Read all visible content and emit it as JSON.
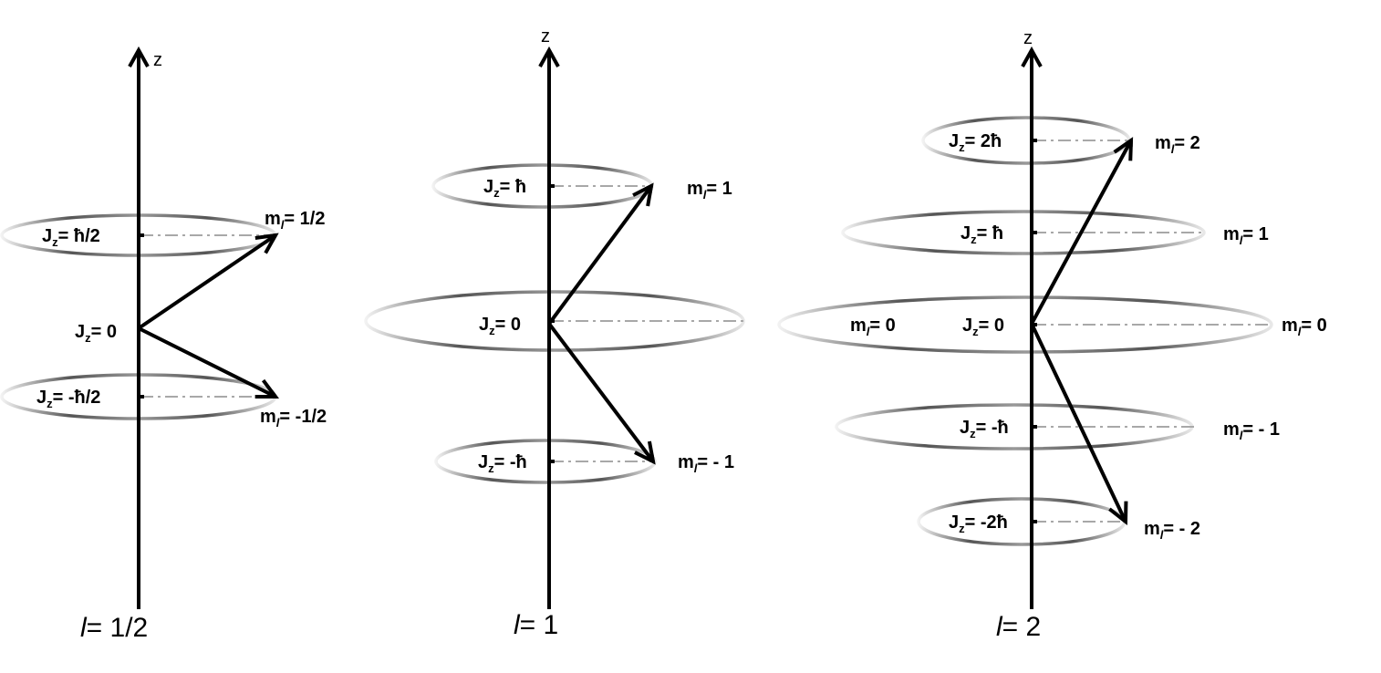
{
  "axis_label": "z",
  "panels": [
    {
      "caption_var": "l",
      "caption_val": "= 1/2",
      "levels": [
        {
          "jz_val": "= ħ/2",
          "ml_val": "= 1/2",
          "has_arrow": true
        },
        {
          "jz_val": "= 0",
          "ml_val": "",
          "has_arrow": false
        },
        {
          "jz_val": "= -ħ/2",
          "ml_val": "= -1/2",
          "has_arrow": true
        }
      ]
    },
    {
      "caption_var": "l",
      "caption_val": "= 1",
      "levels": [
        {
          "jz_val": "= ħ",
          "ml_val": "= 1",
          "has_arrow": true
        },
        {
          "jz_val": "= 0",
          "ml_val": "",
          "has_arrow": false
        },
        {
          "jz_val": "= -ħ",
          "ml_val": "= - 1",
          "has_arrow": true
        }
      ]
    },
    {
      "caption_var": "l",
      "caption_val": "= 2",
      "levels": [
        {
          "jz_val": "= 2ħ",
          "ml_val": "= 2",
          "has_arrow": true
        },
        {
          "jz_val": "= ħ",
          "ml_val": "= 1",
          "has_arrow": false
        },
        {
          "jz_val": "= 0",
          "ml_val": "= 0",
          "ml_left_val": "= 0",
          "has_arrow": false
        },
        {
          "jz_val": "= -ħ",
          "ml_val": "= - 1",
          "has_arrow": false
        },
        {
          "jz_val": "= -2ħ",
          "ml_val": "= - 2",
          "has_arrow": true
        }
      ]
    }
  ]
}
